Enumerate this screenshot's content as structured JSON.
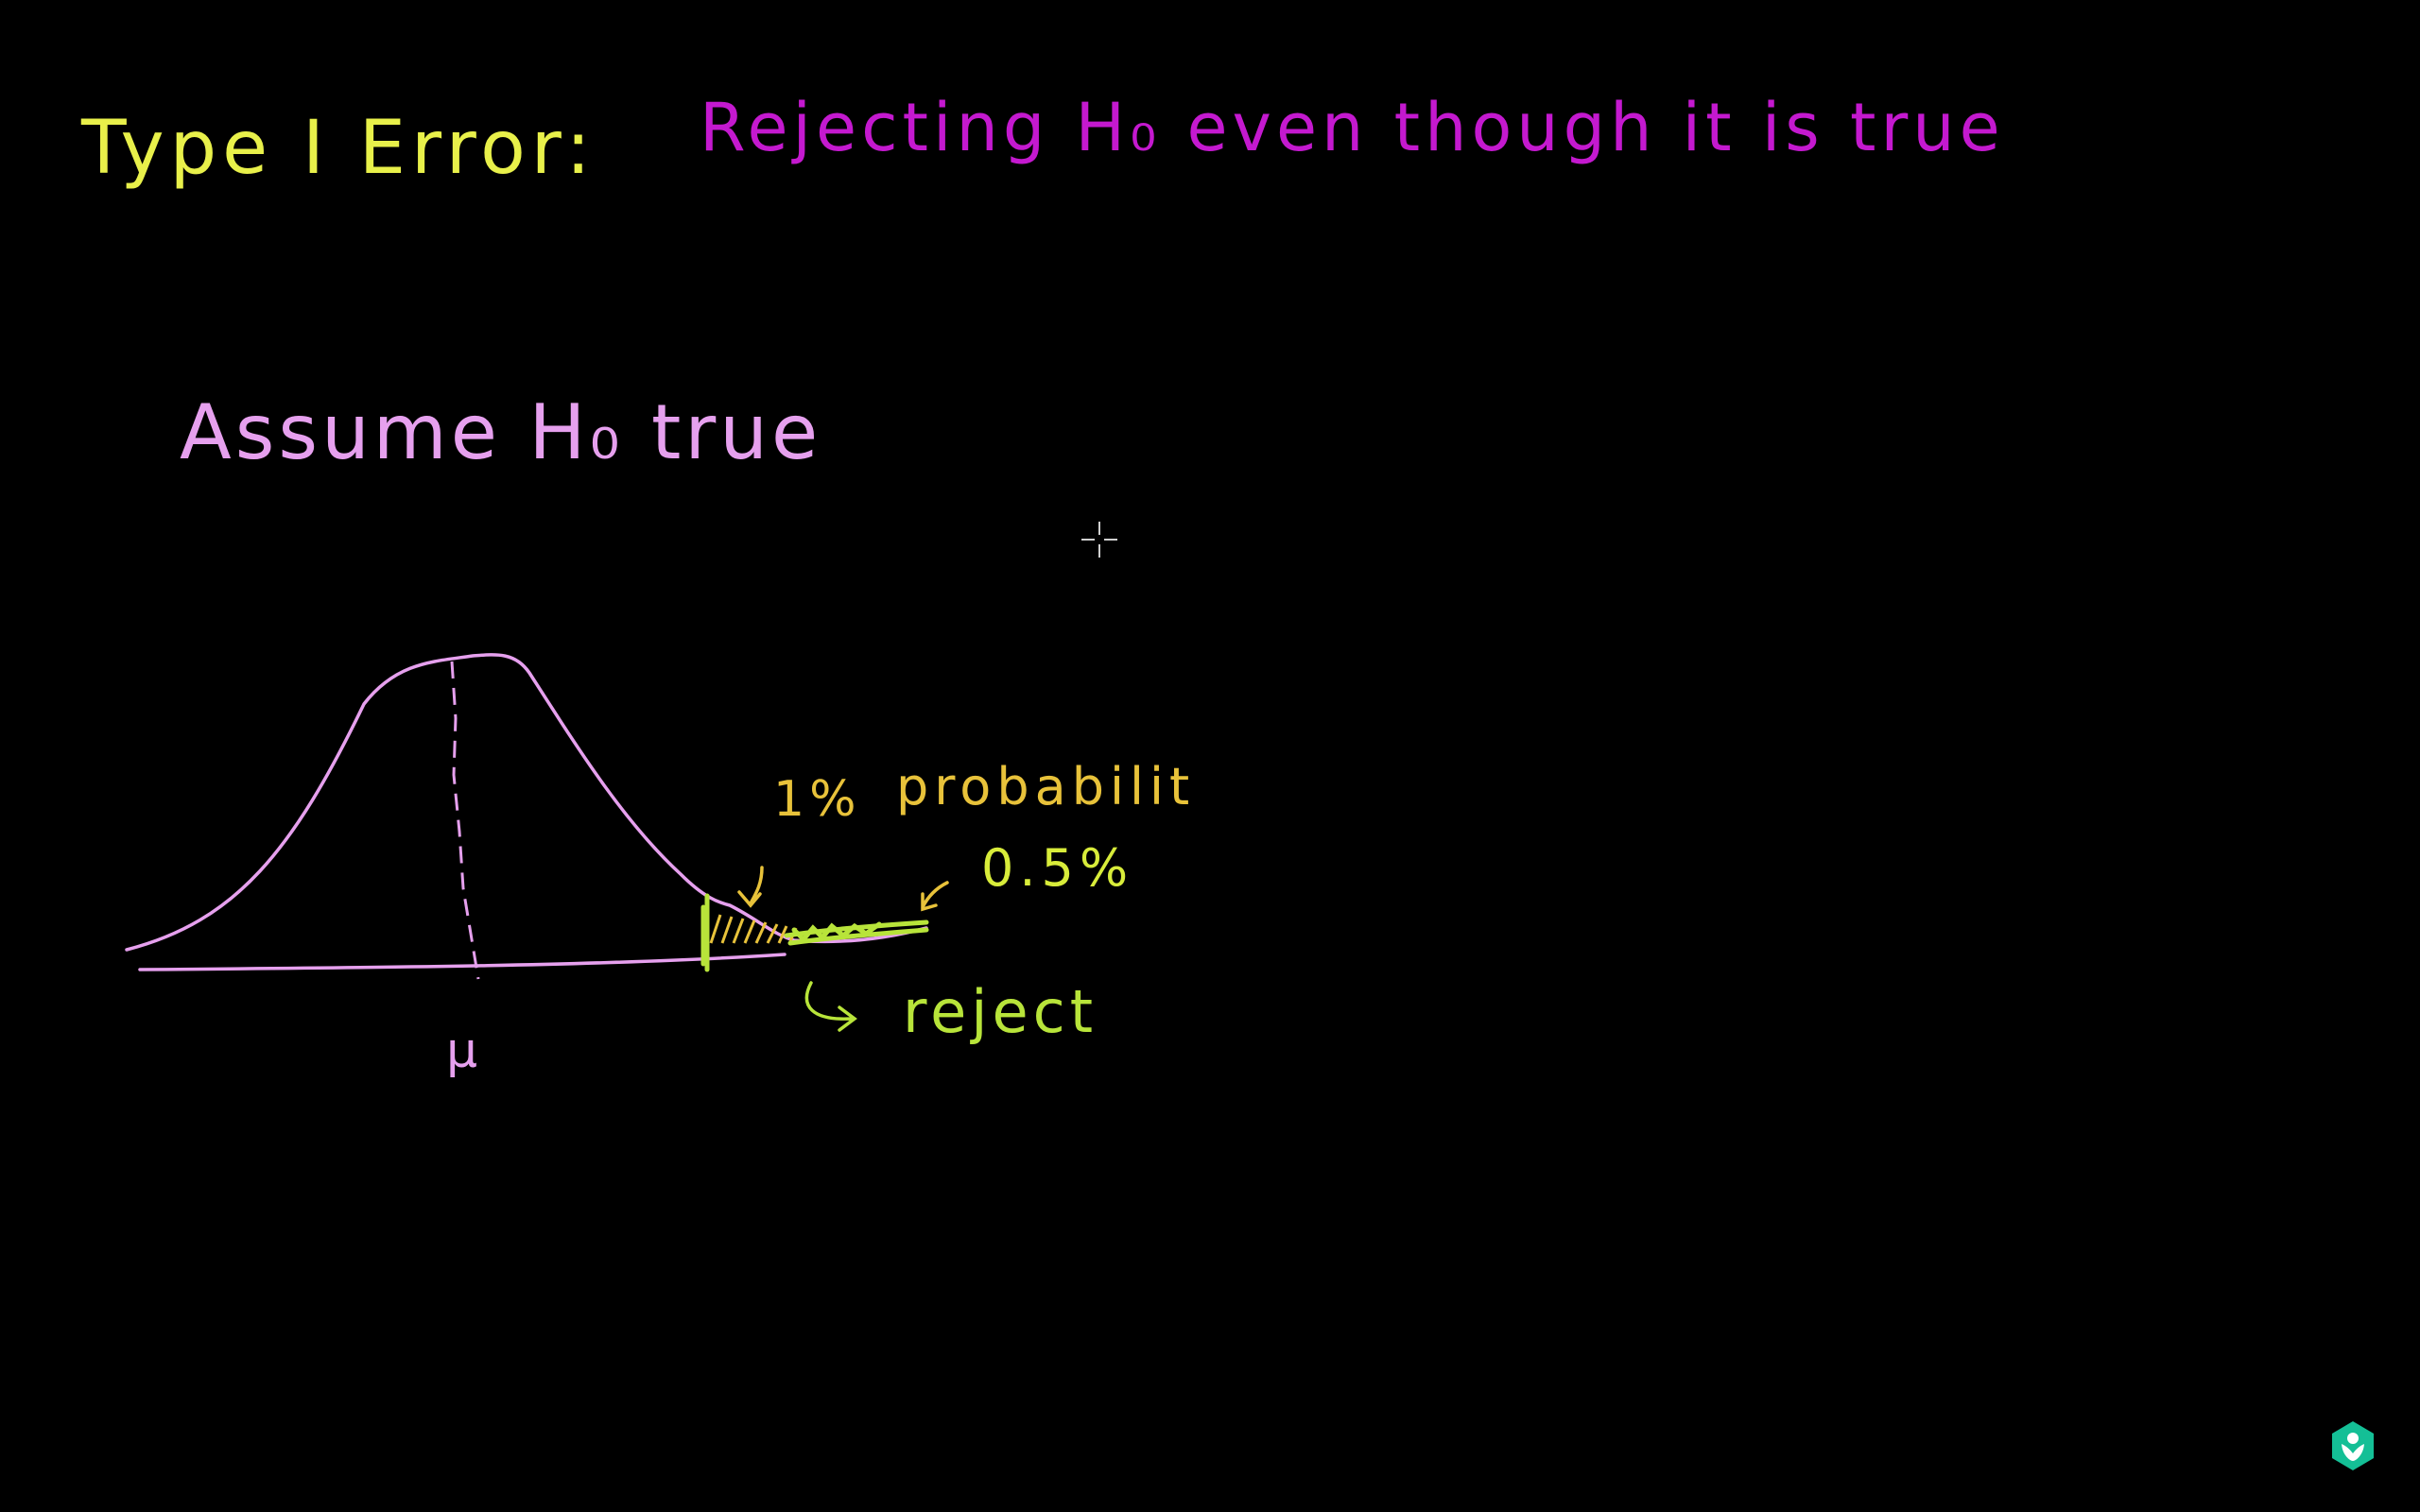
{
  "title": {
    "term": "Type I Error:",
    "definition": "Rejecting H₀ even though it is true"
  },
  "assumption": "Assume H₀ true",
  "graph": {
    "mean_label": "μ",
    "tail_total_label": "1%",
    "probability_label": "probabilit",
    "tail_half_label": "0.5%",
    "reject_label": "reject"
  },
  "colors": {
    "background": "#000000",
    "title_term": "#e8f04a",
    "title_definition": "#c419cf",
    "curve": "#e6a0ee",
    "tail_shading": "#e8c23a",
    "reject_region": "#b8e43a"
  },
  "icons": {
    "cursor": "crosshair-cursor-icon",
    "logo": "khan-academy-logo-icon"
  }
}
